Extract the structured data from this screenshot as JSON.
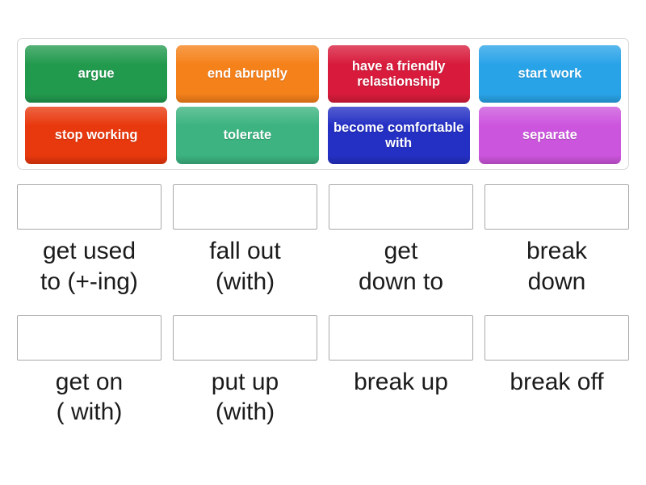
{
  "activity": {
    "type": "match-up-drag-and-drop",
    "colors": {
      "tray_border": "#d6d6d6",
      "drop_zone_border": "#a9a9a9",
      "page_background": "#ffffff",
      "label_text": "#1b1b1b",
      "tile_text": "#ffffff"
    }
  },
  "tile_tray": {
    "rows": [
      [
        {
          "label": "argue",
          "color": "#229a4e",
          "name": "tile-argue"
        },
        {
          "label": "end abruptly",
          "color": "#f5811a",
          "name": "tile-end-abruptly"
        },
        {
          "label": "have a friendly relastionship",
          "color": "#d81b3c",
          "name": "tile-have-a-friendly-relastionship"
        },
        {
          "label": "start work",
          "color": "#29a3e8",
          "name": "tile-start-work"
        }
      ],
      [
        {
          "label": "stop working",
          "color": "#e8380d",
          "name": "tile-stop-working"
        },
        {
          "label": "tolerate",
          "color": "#3cb380",
          "name": "tile-tolerate"
        },
        {
          "label": "become comfortable with",
          "color": "#2430c4",
          "name": "tile-become-comfortable-with"
        },
        {
          "label": "separate",
          "color": "#cc55dd",
          "name": "tile-separate"
        }
      ]
    ]
  },
  "answers": {
    "rows": [
      [
        {
          "label": "get used\nto (+-ing)",
          "name": "answer-get-used-to"
        },
        {
          "label": "fall out\n(with)",
          "name": "answer-fall-out-with"
        },
        {
          "label": "get\ndown to",
          "name": "answer-get-down-to"
        },
        {
          "label": "break\ndown",
          "name": "answer-break-down"
        }
      ],
      [
        {
          "label": "get on\n( with)",
          "name": "answer-get-on-with"
        },
        {
          "label": "put up\n(with)",
          "name": "answer-put-up-with"
        },
        {
          "label": "break up",
          "name": "answer-break-up"
        },
        {
          "label": "break off",
          "name": "answer-break-off"
        }
      ]
    ]
  }
}
